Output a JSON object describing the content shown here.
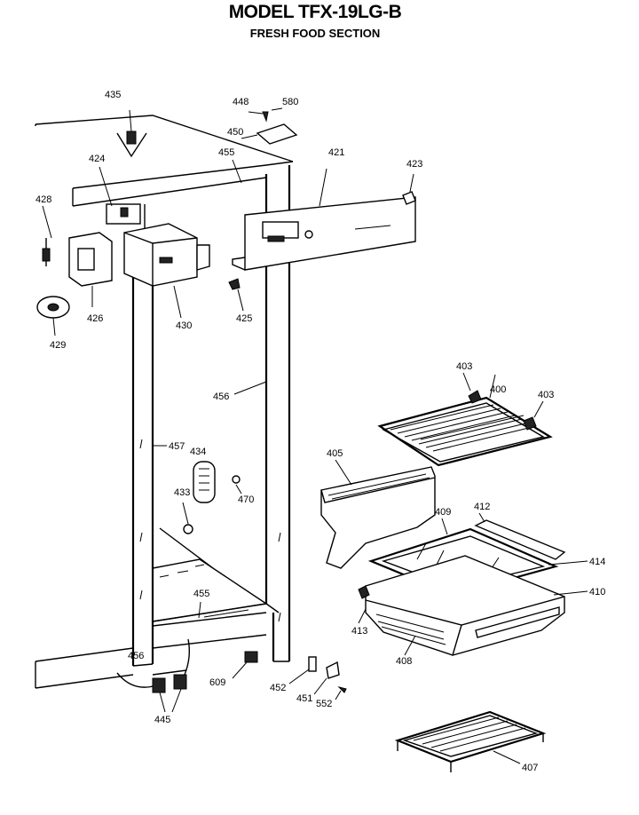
{
  "header": {
    "model": "MODEL TFX-19LG-B",
    "section": "FRESH FOOD SECTION"
  },
  "callouts": {
    "p435": "435",
    "p448": "448",
    "p580": "580",
    "p450": "450",
    "p424": "424",
    "p455a": "455",
    "p421": "421",
    "p423": "423",
    "p428": "428",
    "p426": "426",
    "p430": "430",
    "p425": "425",
    "p429": "429",
    "p456a": "456",
    "p403a": "403",
    "p400": "400",
    "p403b": "403",
    "p457": "457",
    "p434": "434",
    "p405": "405",
    "p433": "433",
    "p470": "470",
    "p409": "409",
    "p412": "412",
    "p414": "414",
    "p410": "410",
    "p455b": "455",
    "p413": "413",
    "p456b": "456",
    "p408": "408",
    "p609": "609",
    "p452": "452",
    "p451": "451",
    "p552": "552",
    "p445": "445",
    "p407": "407"
  }
}
